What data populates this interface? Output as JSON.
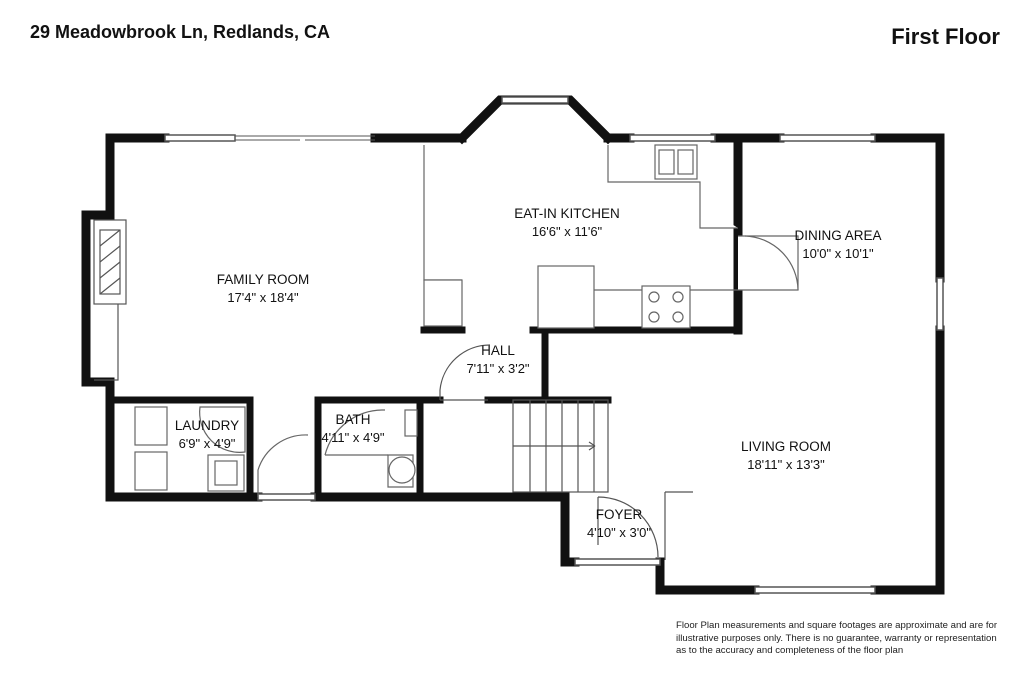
{
  "header": {
    "address": "29 Meadowbrook Ln, Redlands, CA",
    "floor_label": "First Floor"
  },
  "rooms": {
    "family": {
      "name": "FAMILY ROOM",
      "dims": "17'4\" x 18'4\""
    },
    "kitchen": {
      "name": "EAT-IN KITCHEN",
      "dims": "16'6\" x 11'6\""
    },
    "dining": {
      "name": "DINING AREA",
      "dims": "10'0\" x 10'1\""
    },
    "hall": {
      "name": "HALL",
      "dims": "7'11\" x 3'2\""
    },
    "laundry": {
      "name": "LAUNDRY",
      "dims": "6'9\" x 4'9\""
    },
    "bath": {
      "name": "BATH",
      "dims": "4'11\" x 4'9\""
    },
    "living": {
      "name": "LIVING ROOM",
      "dims": "18'11\" x 13'3\""
    },
    "foyer": {
      "name": "FOYER",
      "dims": "4'10\" x 3'0\""
    }
  },
  "disclaimer": {
    "line1": "Floor Plan measurements and square footages are approximate and are for",
    "line2": "illustrative purposes only. There is no guarantee, warranty or representation",
    "line3": "as to the accuracy and completeness of the floor plan"
  },
  "colors": {
    "wall": "#111111",
    "line": "#555555",
    "fixture": "#888888"
  }
}
